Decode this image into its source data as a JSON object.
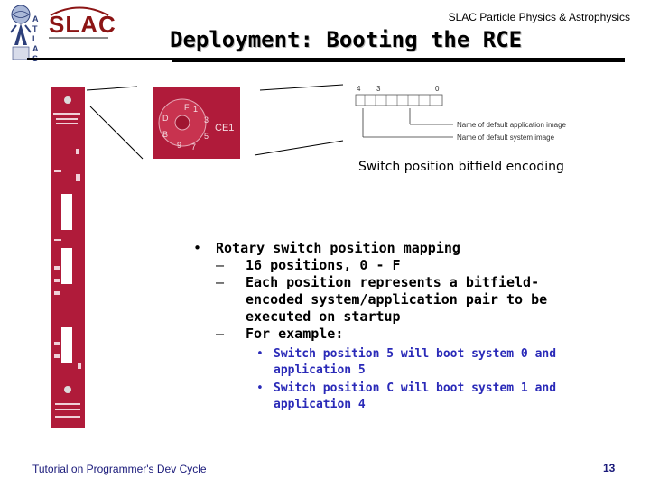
{
  "header": {
    "org": "SLAC Particle Physics & Astrophysics",
    "title": "Deployment: Booting the RCE"
  },
  "logos": {
    "atlas_letters": [
      "A",
      "T",
      "L",
      "A",
      "S"
    ],
    "slac": "SLAC"
  },
  "rotary_switch": {
    "positions": [
      "F",
      "1",
      "D",
      "3",
      "B",
      "5",
      "9",
      "7"
    ],
    "label": "CE1"
  },
  "bitfield": {
    "bit_labels": [
      "4",
      "3",
      "0"
    ],
    "field_application": "Name of default application image",
    "field_system": "Name of default system image"
  },
  "caption": "Switch position bitfield encoding",
  "bullets": {
    "main": "Rotary switch position mapping",
    "sub": [
      "16 positions, 0 - F",
      "Each position represents a bitfield-encoded system/application pair to be executed on startup",
      "For example:"
    ],
    "examples": [
      "Switch position 5 will boot system 0 and application 5",
      "Switch position C will boot system 1 and application 4"
    ]
  },
  "footer": {
    "left": "Tutorial on Programmer's Dev Cycle",
    "page": "13"
  },
  "colors": {
    "board_red": "#b01b3a",
    "footer_text": "#1a1a7a",
    "example_text": "#2a2ab8",
    "slac_red": "#8c1515"
  }
}
